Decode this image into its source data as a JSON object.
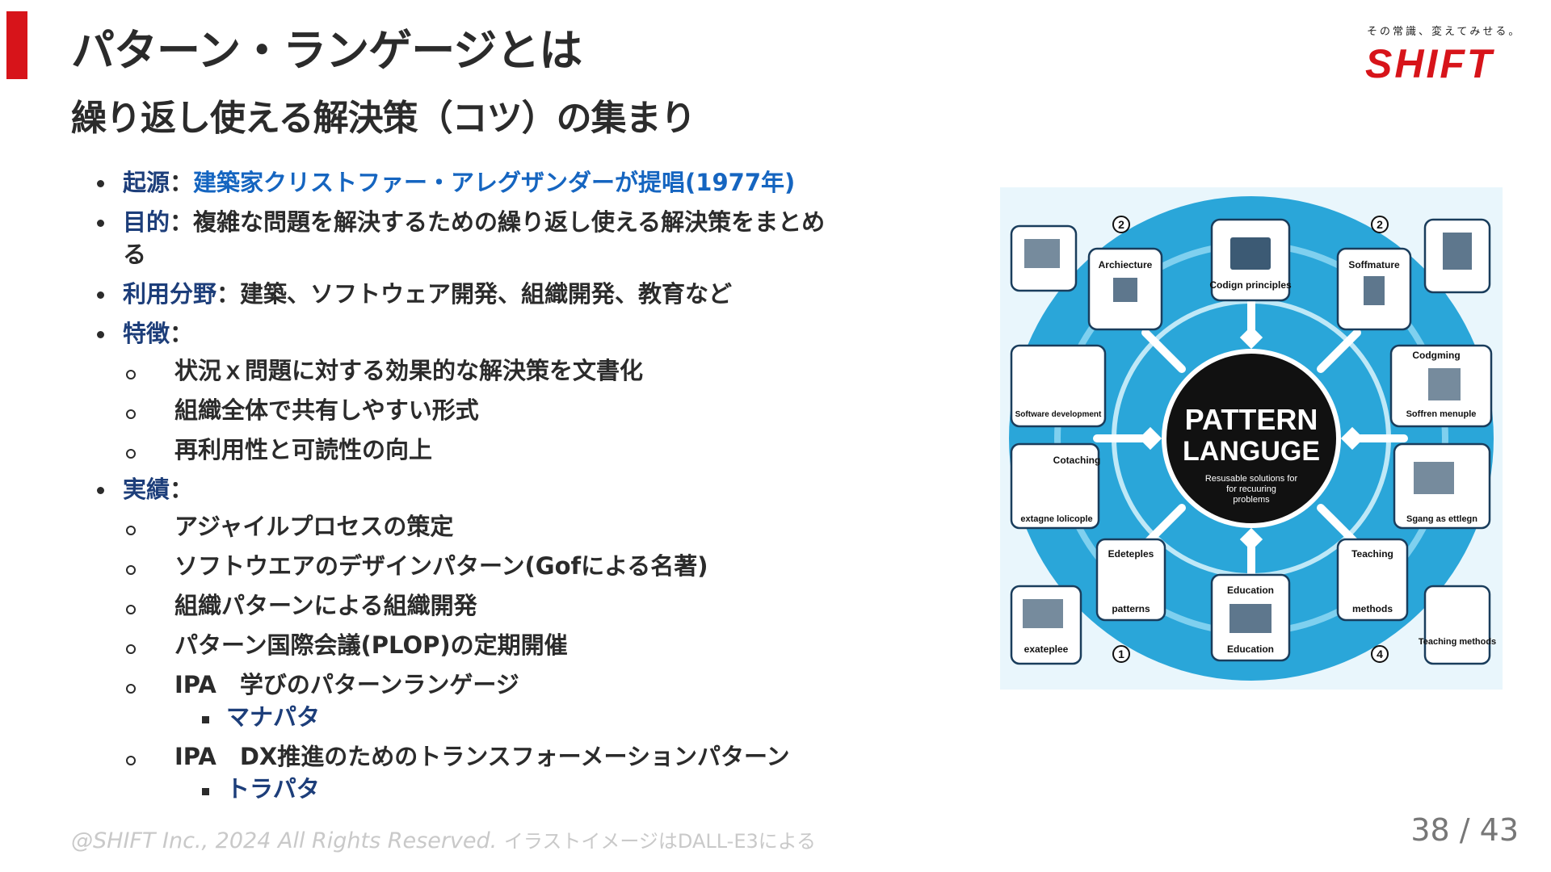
{
  "header": {
    "title": "パターン・ランゲージとは",
    "subtitle": "繰り返し使える解決策（コツ）の集まり"
  },
  "logo": {
    "tagline": "その常識、変えてみせる。",
    "wordmark": "SHIFT",
    "color": "#d7141a"
  },
  "bullets": {
    "origin": {
      "key": "起源",
      "sep": "：",
      "text": "建築家クリストファー・アレグザンダーが提唱(1977年)"
    },
    "purpose": {
      "key": "目的",
      "sep": "：",
      "text": "複雑な問題を解決するための繰り返し使える解決策をまとめる"
    },
    "fields": {
      "key": "利用分野",
      "sep": "：",
      "text": "建築、ソフトウェア開発、組織開発、教育など"
    },
    "features": {
      "key": "特徴",
      "sep": "：",
      "items": [
        "状況ｘ問題に対する効果的な解決策を文書化",
        "組織全体で共有しやすい形式",
        "再利用性と可読性の向上"
      ]
    },
    "results": {
      "key": "実績",
      "sep": "：",
      "items": [
        "アジャイルプロセスの策定",
        "ソフトウエアのデザインパターン(Gofによる名著)",
        "組織パターンによる組織開発",
        "パターン国際会議(PLOP)の定期開催",
        "IPA　学びのパターンランゲージ",
        "IPA　DX推進のためのトランスフォーメーションパターン"
      ],
      "sub_manapata": "マナパタ",
      "sub_torapata": "トラパタ"
    }
  },
  "illustration": {
    "center_line1": "PATTERN",
    "center_line2": "LANGUGE",
    "center_caption": [
      "Resusable solutions for",
      "for recuuring",
      "problems"
    ],
    "nodes": [
      "Archiecture",
      "Codign principles",
      "Soffmature",
      "Software development",
      "Codgming",
      "Soffren menuple",
      "Cotaching",
      "extagne lolicople",
      "Sgang as ettlegn",
      "Edeteples",
      "patterns",
      "Teaching",
      "methods",
      "Education",
      "Education",
      "exateplee",
      "Teaching methods"
    ],
    "numbers": [
      "2",
      "2",
      "1",
      "4"
    ],
    "accent_color": "#2aa6d9"
  },
  "footer": {
    "copyright": "@SHIFT Inc., 2024 All Rights Reserved.",
    "note": "イラストイメージはDALL-E3による",
    "page_current": "38",
    "page_sep": " / ",
    "page_total": "43"
  }
}
